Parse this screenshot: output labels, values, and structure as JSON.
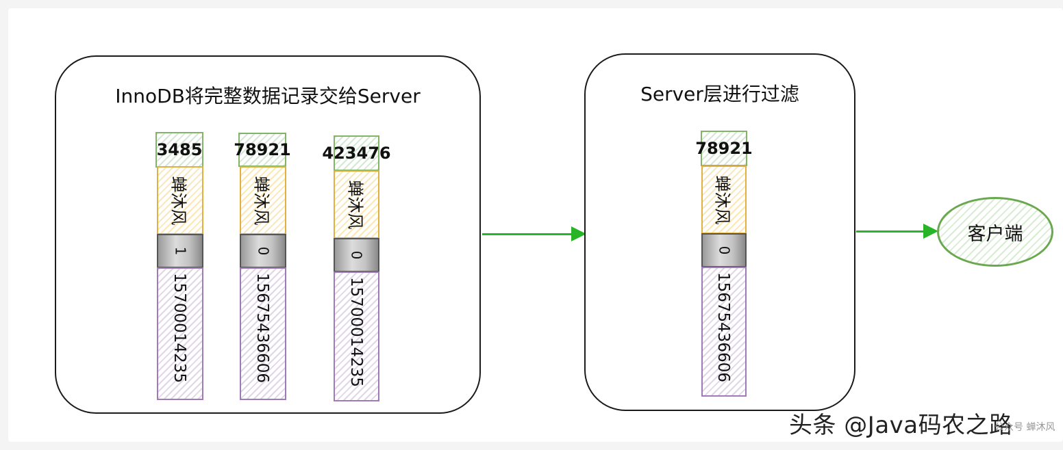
{
  "panels": {
    "innodb": {
      "title": "InnoDB将完整数据记录交给Server"
    },
    "server": {
      "title": "Server层进行过滤"
    }
  },
  "records": {
    "innodb": [
      {
        "id": "3485",
        "name": "蝉沐风",
        "flag": "1",
        "phone": "15700014235"
      },
      {
        "id": "78921",
        "name": "蝉沐风",
        "flag": "0",
        "phone": "15675436606"
      },
      {
        "id": "423476",
        "name": "蝉沐风",
        "flag": "0",
        "phone": "15700014235"
      }
    ],
    "server": [
      {
        "id": "78921",
        "name": "蝉沐风",
        "flag": "0",
        "phone": "15675436606"
      }
    ]
  },
  "client": {
    "label": "客户端"
  },
  "watermark": {
    "text": "头条 @Java码农之路",
    "sub": "公众号 蝉沐风"
  },
  "colors": {
    "arrow": "#27b427",
    "id_cell": "#82b366",
    "name_cell": "#e0b043",
    "flag_cell": "#555555",
    "phone_cell": "#a07ab8",
    "client_border": "#6aa84f"
  }
}
